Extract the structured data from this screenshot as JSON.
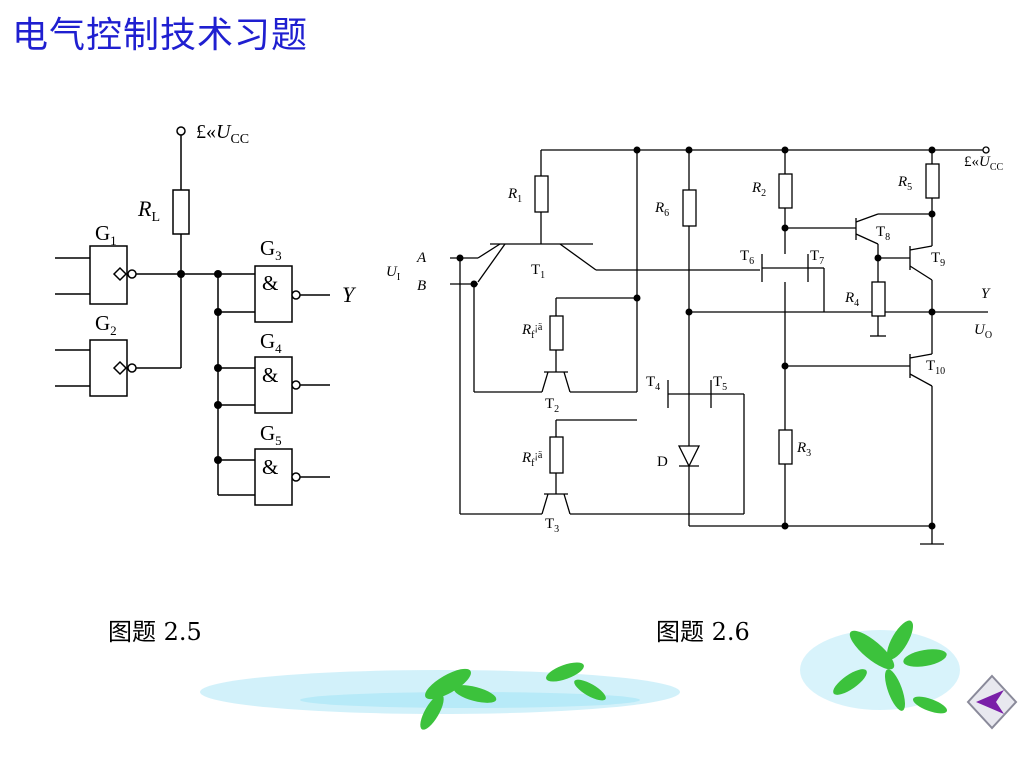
{
  "title": "电气控制技术习题",
  "captions": {
    "left": "图题 2.5",
    "right": "图题 2.6"
  },
  "colors": {
    "title": "#1f1fd0",
    "leaf": "#3cc23c",
    "streak": "#7fd8f2",
    "nav_arrow": "#7a1fa8"
  },
  "fig25": {
    "vcc_prefix": "£«",
    "vcc_main": "U",
    "vcc_sub": "CC",
    "rl_main": "R",
    "rl_sub": "L",
    "g1_main": "G",
    "g1_sub": "1",
    "g2_main": "G",
    "g2_sub": "2",
    "g3_main": "G",
    "g3_sub": "3",
    "g4_main": "G",
    "g4_sub": "4",
    "g5_main": "G",
    "g5_sub": "5",
    "and_symbol": "&",
    "output": "Y"
  },
  "fig26": {
    "r1_main": "R",
    "r1_sub": "1",
    "r2_main": "R",
    "r2_sub": "2",
    "r3_main": "R",
    "r3_sub": "3",
    "r4_main": "R",
    "r4_sub": "4",
    "r5_main": "R",
    "r5_sub": "5",
    "r6_main": "R",
    "r6_sub": "6",
    "rf1_main": "R",
    "rf1_sub": "f",
    "rf1_sup": "¡ä",
    "rf2_main": "R",
    "rf2_sub": "f",
    "rf2_sup": "¡ä",
    "t1_main": "T",
    "t1_sub": "1",
    "t2_main": "T",
    "t2_sub": "2",
    "t3_main": "T",
    "t3_sub": "3",
    "t4_main": "T",
    "t4_sub": "4",
    "t5_main": "T",
    "t5_sub": "5",
    "t6_main": "T",
    "t6_sub": "6",
    "t7_main": "T",
    "t7_sub": "7",
    "t8_main": "T",
    "t8_sub": "8",
    "t9_main": "T",
    "t9_sub": "9",
    "t10_main": "T",
    "t10_sub": "10",
    "input_a": "A",
    "input_b": "B",
    "ui_main": "U",
    "ui_sub": "I",
    "vcc_prefix": "£«",
    "vcc_main": "U",
    "vcc_sub": "CC",
    "out_y": "Y",
    "uo_main": "U",
    "uo_sub": "O",
    "diode": "D"
  },
  "nav": {
    "back_icon": "back-arrow-icon"
  }
}
